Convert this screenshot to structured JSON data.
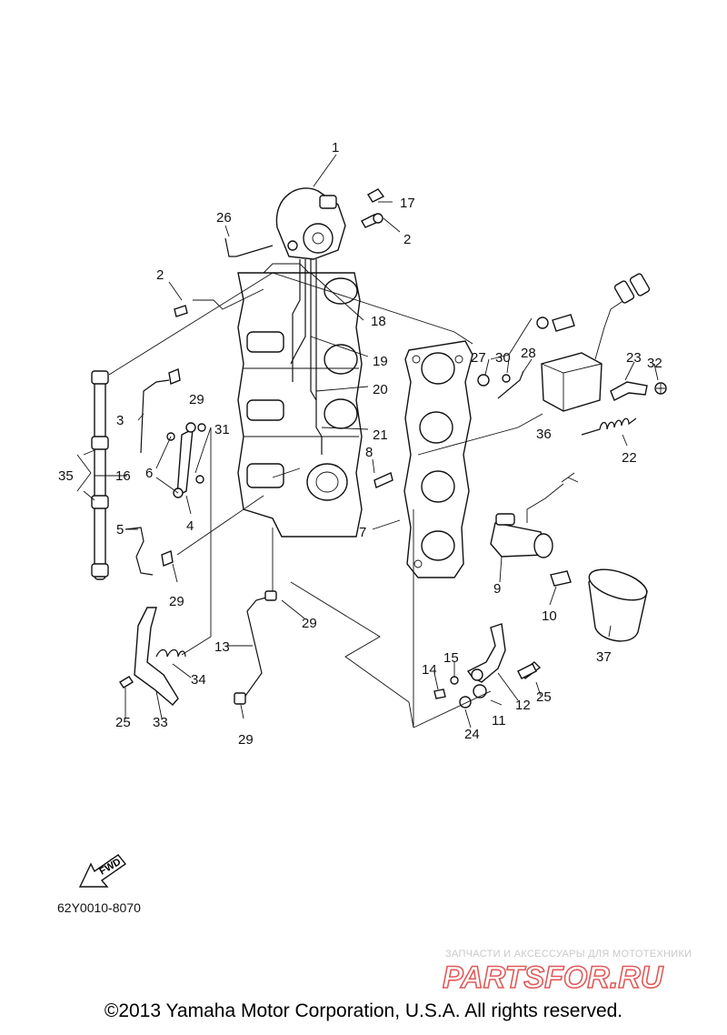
{
  "callouts": {
    "n1": "1",
    "n2a": "2",
    "n2b": "2",
    "n3": "3",
    "n4": "4",
    "n5": "5",
    "n6": "6",
    "n7": "7",
    "n8": "8",
    "n9": "9",
    "n10": "10",
    "n11": "11",
    "n12": "12",
    "n13": "13",
    "n14": "14",
    "n15": "15",
    "n16": "16",
    "n17": "17",
    "n18": "18",
    "n19": "19",
    "n20": "20",
    "n21": "21",
    "n22": "22",
    "n23": "23",
    "n24": "24",
    "n25a": "25",
    "n25b": "25",
    "n26": "26",
    "n27": "27",
    "n28": "28",
    "n29a": "29",
    "n29b": "29",
    "n29c": "29",
    "n29d": "29",
    "n30": "30",
    "n31": "31",
    "n32": "32",
    "n33": "33",
    "n34": "34",
    "n35": "35",
    "n36": "36",
    "n37": "37"
  },
  "fwd_label": "FWD",
  "diagram_code": "62Y0010-8070",
  "watermark": {
    "subtitle": "ЗАПЧАСТИ И АКСЕССУАРЫ ДЛЯ МОТОТЕХНИКИ",
    "logo_text": "PARTSFOR.RU",
    "color": "#e05a5a"
  },
  "copyright": "©2013 Yamaha Motor Corporation, U.S.A. All rights reserved."
}
